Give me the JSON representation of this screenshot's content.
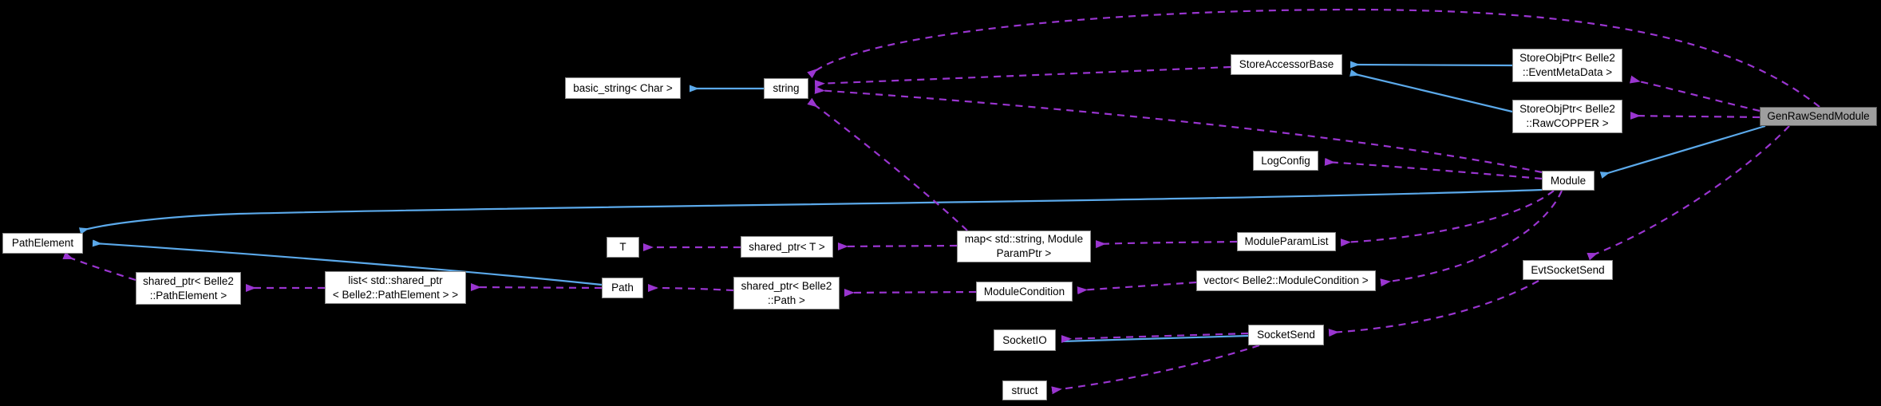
{
  "diagram": {
    "type": "collaboration-graph",
    "background": "#000000",
    "colors": {
      "background": "#000000",
      "inheritance": "#5ba9ea",
      "usage": "#9a35d0",
      "node_fill": "#ffffff",
      "node_border": "#8a8a8a",
      "node_text": "#000000",
      "highlight_fill": "#9e9e9e",
      "highlight_border": "#565656"
    },
    "nodes": {
      "basic_string": {
        "label": "basic_string< Char >"
      },
      "string": {
        "label": "string"
      },
      "store_accessor_base": {
        "label": "StoreAccessorBase"
      },
      "storeobjptr_eventmetadata": {
        "label": "StoreObjPtr< Belle2\n::EventMetaData >"
      },
      "storeobjptr_rawcopper": {
        "label": "StoreObjPtr< Belle2\n::RawCOPPER >"
      },
      "gen_raw_send_module": {
        "label": "GenRawSendModule",
        "highlighted": true
      },
      "log_config": {
        "label": "LogConfig"
      },
      "module": {
        "label": "Module"
      },
      "path_element": {
        "label": "PathElement"
      },
      "t": {
        "label": "T"
      },
      "shared_ptr_t": {
        "label": "shared_ptr< T >"
      },
      "map_module_param": {
        "label": "map< std::string, Module\nParamPtr >"
      },
      "module_param_list": {
        "label": "ModuleParamList"
      },
      "shared_ptr_path_element": {
        "label": "shared_ptr< Belle2\n::PathElement >"
      },
      "list_shared_ptr_path_element": {
        "label": "list< std::shared_ptr\n< Belle2::PathElement > >"
      },
      "path": {
        "label": "Path"
      },
      "shared_ptr_path": {
        "label": "shared_ptr< Belle2\n::Path >"
      },
      "module_condition": {
        "label": "ModuleCondition"
      },
      "vector_module_condition": {
        "label": "vector< Belle2::ModuleCondition >"
      },
      "evt_socket_send": {
        "label": "EvtSocketSend"
      },
      "socket_io": {
        "label": "SocketIO"
      },
      "socket_send": {
        "label": "SocketSend"
      },
      "struct_node": {
        "label": "struct"
      }
    },
    "edges": [
      {
        "from": "string",
        "to": "basic_string< Char >",
        "relation": "public-inheritance"
      },
      {
        "from": "StoreObjPtr< Belle2::EventMetaData >",
        "to": "StoreAccessorBase",
        "relation": "public-inheritance"
      },
      {
        "from": "StoreObjPtr< Belle2::RawCOPPER >",
        "to": "StoreAccessorBase",
        "relation": "public-inheritance"
      },
      {
        "from": "GenRawSendModule",
        "to": "Module",
        "relation": "public-inheritance"
      },
      {
        "from": "Module",
        "to": "PathElement",
        "relation": "public-inheritance"
      },
      {
        "from": "Path",
        "to": "PathElement",
        "relation": "public-inheritance"
      },
      {
        "from": "SocketSend",
        "to": "SocketIO",
        "relation": "public-inheritance"
      },
      {
        "from": "GenRawSendModule",
        "to": "string",
        "relation": "usage"
      },
      {
        "from": "GenRawSendModule",
        "to": "StoreObjPtr< Belle2::EventMetaData >",
        "relation": "usage"
      },
      {
        "from": "GenRawSendModule",
        "to": "StoreObjPtr< Belle2::RawCOPPER >",
        "relation": "usage"
      },
      {
        "from": "GenRawSendModule",
        "to": "EvtSocketSend",
        "relation": "usage"
      },
      {
        "from": "StoreAccessorBase",
        "to": "string",
        "relation": "usage"
      },
      {
        "from": "Module",
        "to": "string",
        "relation": "usage"
      },
      {
        "from": "Module",
        "to": "LogConfig",
        "relation": "usage"
      },
      {
        "from": "Module",
        "to": "ModuleParamList",
        "relation": "usage"
      },
      {
        "from": "Module",
        "to": "vector< Belle2::ModuleCondition >",
        "relation": "usage"
      },
      {
        "from": "ModuleParamList",
        "to": "map< std::string, ModuleParamPtr >",
        "relation": "usage"
      },
      {
        "from": "map< std::string, ModuleParamPtr >",
        "to": "string",
        "relation": "usage"
      },
      {
        "from": "map< std::string, ModuleParamPtr >",
        "to": "shared_ptr< T >",
        "relation": "usage"
      },
      {
        "from": "shared_ptr< T >",
        "to": "T",
        "relation": "usage"
      },
      {
        "from": "vector< Belle2::ModuleCondition >",
        "to": "ModuleCondition",
        "relation": "usage"
      },
      {
        "from": "ModuleCondition",
        "to": "shared_ptr< Belle2::Path >",
        "relation": "usage"
      },
      {
        "from": "shared_ptr< Belle2::Path >",
        "to": "Path",
        "relation": "usage"
      },
      {
        "from": "Path",
        "to": "list< std::shared_ptr< Belle2::PathElement > >",
        "relation": "usage"
      },
      {
        "from": "list< std::shared_ptr< Belle2::PathElement > >",
        "to": "shared_ptr< Belle2::PathElement >",
        "relation": "usage"
      },
      {
        "from": "shared_ptr< Belle2::PathElement >",
        "to": "PathElement",
        "relation": "usage"
      },
      {
        "from": "EvtSocketSend",
        "to": "SocketSend",
        "relation": "usage"
      },
      {
        "from": "SocketSend",
        "to": "SocketIO",
        "relation": "usage"
      },
      {
        "from": "SocketSend",
        "to": "struct",
        "relation": "usage"
      }
    ]
  }
}
